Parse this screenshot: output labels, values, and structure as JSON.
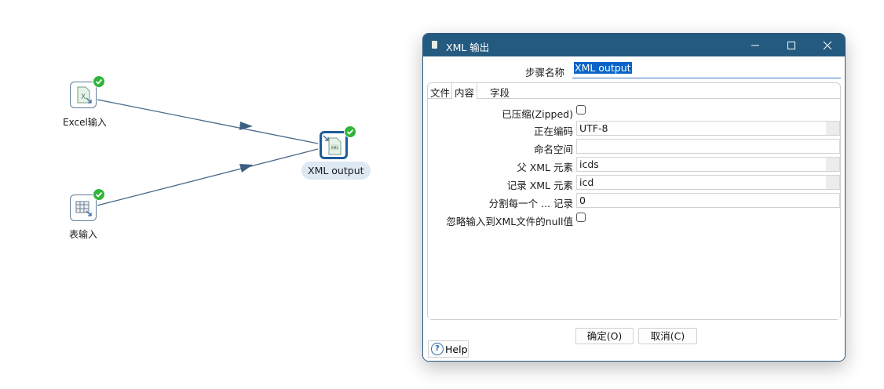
{
  "canvas": {
    "steps": [
      {
        "id": "excel-input",
        "label": "Excel输入",
        "icon": "excel-file-icon",
        "status": "ok"
      },
      {
        "id": "table-input",
        "label": "表输入",
        "icon": "table-grid-icon",
        "status": "ok"
      },
      {
        "id": "xml-output",
        "label": "XML output",
        "icon": "xml-file-icon",
        "status": "ok",
        "selected": true
      }
    ],
    "hops": [
      {
        "from": "Excel输入",
        "to": "XML output"
      },
      {
        "from": "表输入",
        "to": "XML output"
      }
    ],
    "colors": {
      "hop": "#4a6b8a",
      "ok_badge": "#2fb53a",
      "selected_border": "#1f5d99",
      "label_pill": "#dde8f3"
    }
  },
  "dialog": {
    "title": "XML 输出",
    "title_bar_color": "#245a80",
    "window_controls": {
      "minimize": "minimize-icon",
      "maximize": "maximize-icon",
      "close": "close-icon"
    },
    "step_name_label": "步骤名称",
    "step_name_value": "XML output",
    "tabs": [
      {
        "label": "文件",
        "active": false
      },
      {
        "label": "内容",
        "active": true
      },
      {
        "label": "字段",
        "active": false
      }
    ],
    "content": {
      "zipped_label": "已压缩(Zipped)",
      "zipped_checked": false,
      "encoding_label": "正在编码",
      "encoding_value": "UTF-8",
      "namespace_label": "命名空间",
      "namespace_value": "",
      "parent_element_label": "父 XML 元素",
      "parent_element_value": "icds",
      "row_element_label": "记录 XML 元素",
      "row_element_value": "icd",
      "split_every_label": "分割每一个 ... 记录",
      "split_every_value": "0",
      "omit_null_label": "忽略输入到XML文件的null值",
      "omit_null_checked": false
    },
    "buttons": {
      "ok": "确定(O)",
      "cancel": "取消(C)",
      "help": "Help"
    }
  }
}
